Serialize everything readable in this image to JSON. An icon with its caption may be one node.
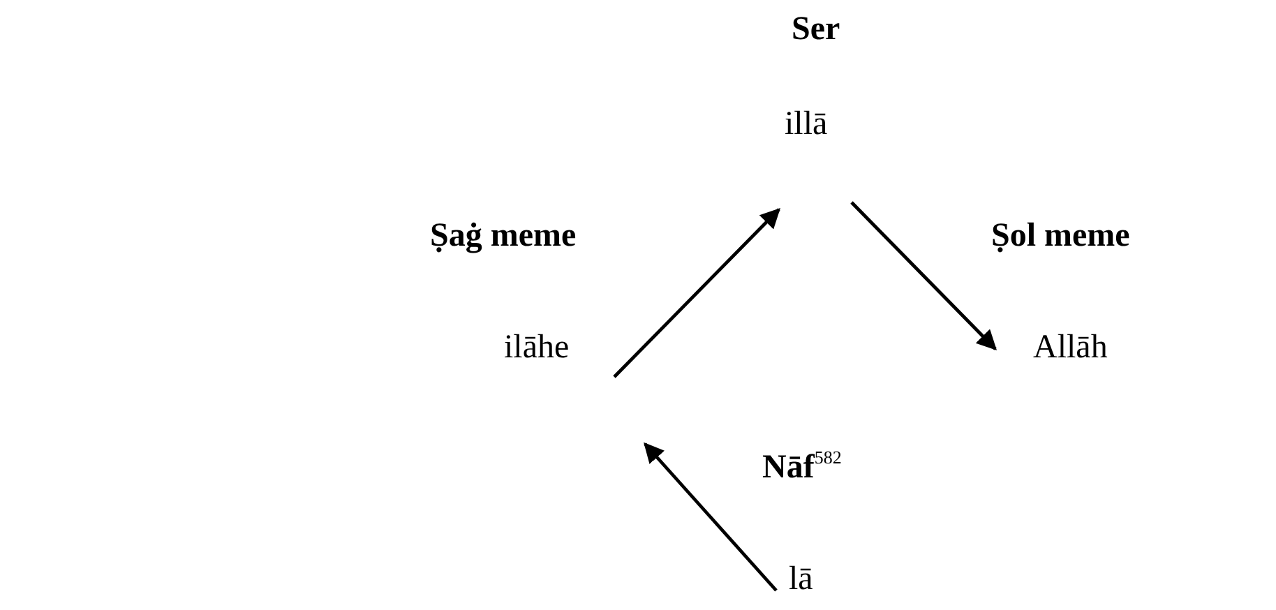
{
  "diagram": {
    "nodes": [
      {
        "text": [
          "Ser",
          "illā"
        ]
      },
      {
        "text": [
          "Ṣaġ meme",
          "ilāhe"
        ]
      },
      {
        "text": [
          "Ṣol meme",
          "Allāh"
        ]
      },
      {
        "text": [
          "lā"
        ],
        "beside": [
          "Nāf$^{582}$"
        ]
      }
    ],
    "edges": [
      {
        "from": 3,
        "to": 1,
        "arrow": "to"
      },
      {
        "from": 1,
        "to": 0,
        "arrow": "to"
      },
      {
        "from": 0,
        "to": 2,
        "arrow": "to"
      }
    ]
  }
}
